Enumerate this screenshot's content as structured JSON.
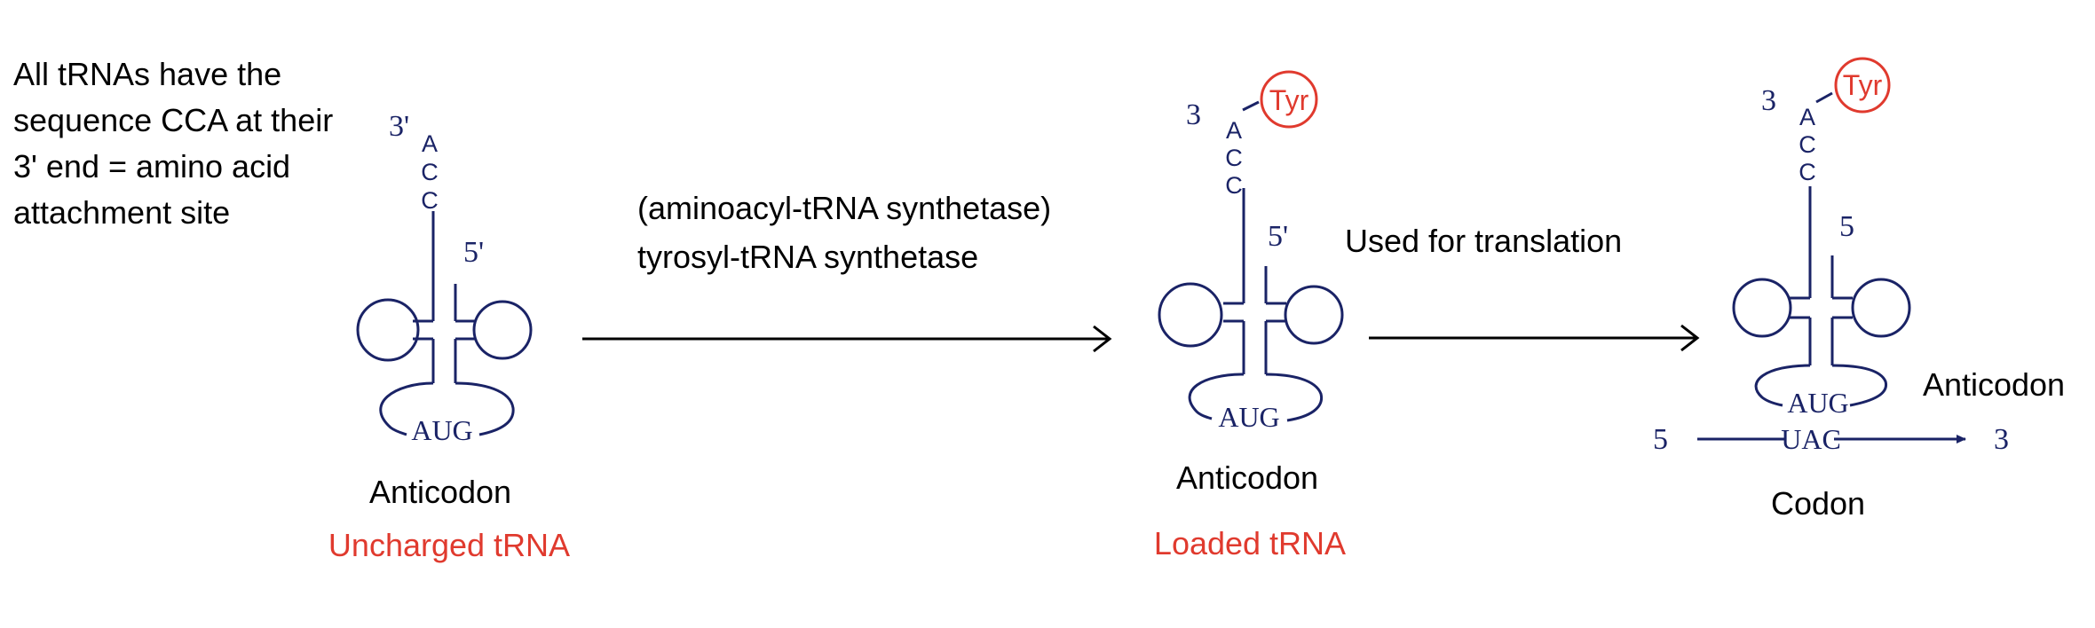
{
  "note_lines": [
    "All tRNAs have the",
    "sequence CCA at their",
    "3' end = amino acid",
    "attachment site"
  ],
  "reaction": {
    "enzyme_class": "(aminoacyl-tRNA synthetase)",
    "enzyme": "tyrosyl-tRNA synthetase",
    "step2": "Used for translation"
  },
  "trna_uncharged": {
    "prime3": "3'",
    "prime5": "5'",
    "cca": [
      "A",
      "C",
      "C"
    ],
    "anticodon_seq": "AUG",
    "label": "Anticodon",
    "state": "Uncharged tRNA"
  },
  "trna_loaded": {
    "prime3": "3",
    "prime5": "5'",
    "cca": [
      "A",
      "C",
      "C"
    ],
    "amino_acid": "Tyr",
    "anticodon_seq": "AUG",
    "label": "Anticodon",
    "state": "Loaded tRNA"
  },
  "trna_translation": {
    "prime3": "3",
    "prime5": "5",
    "cca": [
      "A",
      "C",
      "C"
    ],
    "amino_acid": "Tyr",
    "anticodon_seq": "AUG",
    "codon_seq": "UAC",
    "mrna_left": "5",
    "mrna_right": "3",
    "anticodon_label": "Anticodon",
    "codon_label": "Codon"
  },
  "colors": {
    "rna": "#1a2366",
    "state_label": "#e03a2e",
    "text": "#000000"
  }
}
